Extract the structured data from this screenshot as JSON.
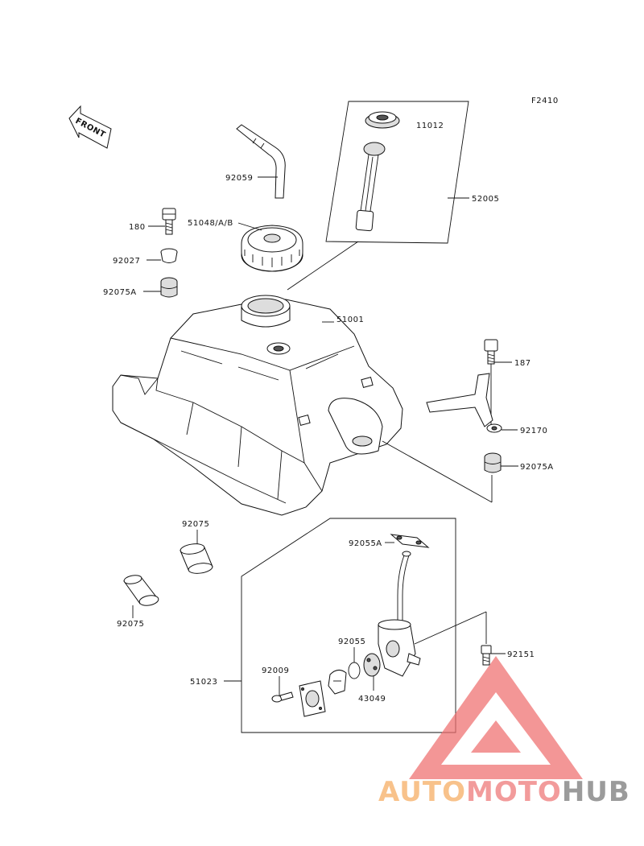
{
  "figure_code": "F2410",
  "front_label": "FRONT",
  "parts": {
    "p11012": "11012",
    "p52005": "52005",
    "p92059": "92059",
    "p180": "180",
    "p51048": "51048/A/B",
    "p92027": "92027",
    "p92075A_left": "92075A",
    "p51001": "51001",
    "p187": "187",
    "p92170": "92170",
    "p92075A_right": "92075A",
    "p92075_top": "92075",
    "p92075_bottom": "92075",
    "p92055A": "92055A",
    "p92055": "92055",
    "p92151": "92151",
    "p92009": "92009",
    "p51023": "51023",
    "p43049": "43049"
  },
  "watermark": {
    "part1": "AUTO",
    "part2": "MOTO",
    "part3": "HUB",
    "color1": "#f7b877",
    "color2": "#f08a8a",
    "color3": "#8a8a8a",
    "logo_color": "#ee6f6f"
  }
}
